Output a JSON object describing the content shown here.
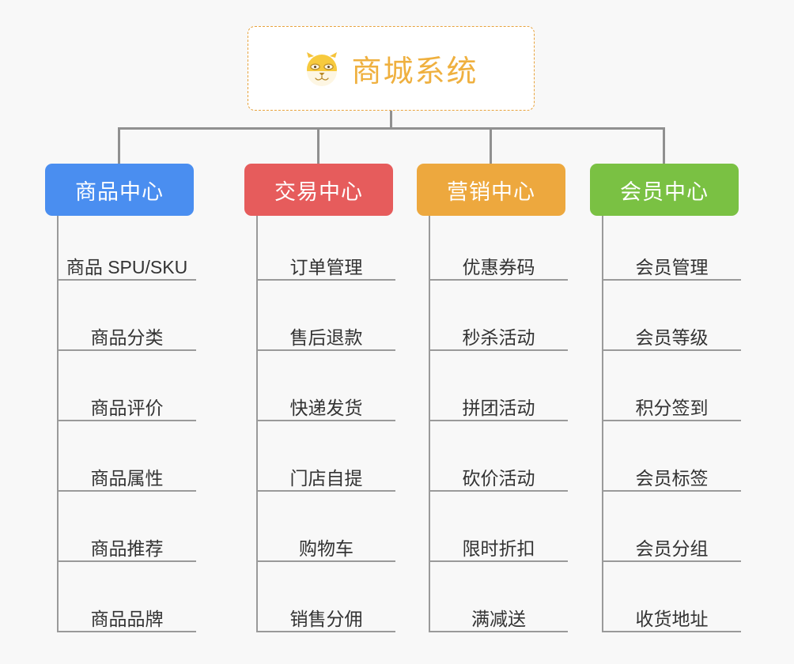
{
  "diagram": {
    "type": "mindmap-tree",
    "background_color": "#f8f8f8",
    "connector_color": "#909090",
    "root": {
      "title": "商城系统",
      "icon": "shiba-dog-face-icon",
      "text_color": "#efb03f",
      "border_color": "#e8a33d",
      "background_color": "#ffffff"
    },
    "branches": [
      {
        "label": "商品中心",
        "color": "#4a8ef0",
        "items": [
          "商品 SPU/SKU",
          "商品分类",
          "商品评价",
          "商品属性",
          "商品推荐",
          "商品品牌"
        ]
      },
      {
        "label": "交易中心",
        "color": "#e65c5c",
        "items": [
          "订单管理",
          "售后退款",
          "快递发货",
          "门店自提",
          "购物车",
          "销售分佣"
        ]
      },
      {
        "label": "营销中心",
        "color": "#eda83e",
        "items": [
          "优惠券码",
          "秒杀活动",
          "拼团活动",
          "砍价活动",
          "限时折扣",
          "满减送"
        ]
      },
      {
        "label": "会员中心",
        "color": "#7ac143",
        "items": [
          "会员管理",
          "会员等级",
          "积分签到",
          "会员标签",
          "会员分组",
          "收货地址"
        ]
      }
    ]
  }
}
